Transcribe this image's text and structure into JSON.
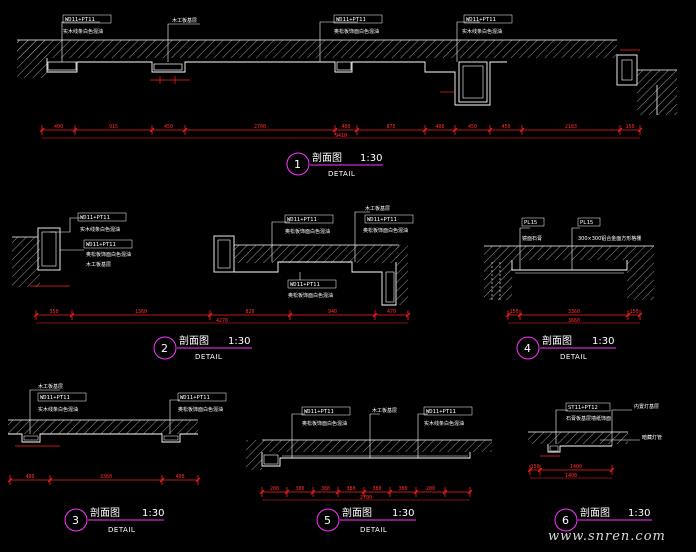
{
  "colors": {
    "background": "#000000",
    "wall": "#ffffff",
    "hatch": "#ffffff",
    "dimension": "#ff2020",
    "leader": "#ffffff",
    "title_circle": "#ff33ff",
    "title_underline": "#ff33ff",
    "profile": "#ffffff",
    "ceiling_line": "#00ffff"
  },
  "sections": [
    {
      "number": "1",
      "title": "剖面图",
      "scale": "1:30",
      "detail": "DETAIL",
      "labels": [
        {
          "code": "WD11+PT11",
          "note": "实木线条白色混油"
        },
        {
          "code": "木工板基层",
          "note": ""
        },
        {
          "code": "WD11+PT11",
          "note": "奥松板饰面白色混油"
        },
        {
          "code": "WD11+PT11",
          "note": "实木线条白色混油"
        }
      ],
      "dims": [
        "400",
        "915",
        "450",
        "2700",
        "400",
        "875",
        "400",
        "450",
        "450",
        "2183",
        "150"
      ],
      "total": "9410"
    },
    {
      "number": "2",
      "title": "剖面图",
      "scale": "1:30",
      "detail": "DETAIL",
      "labels": [
        {
          "code": "WD11+PT11",
          "note": "实木线条白色混油"
        },
        {
          "code": "WD11+PT11",
          "note": "奥松板饰面白色混油"
        },
        {
          "code": "",
          "note": "木工板基层"
        },
        {
          "code": "WD11+PT11",
          "note": "奥松板饰面白色混油"
        },
        {
          "code": "木工板基层",
          "note": ""
        },
        {
          "code": "WD11+PT11",
          "note": "奥松板饰面白色混油"
        },
        {
          "code": "WD11+PT11",
          "note": "奥松板饰面白色混油"
        }
      ],
      "dims": [
        "350",
        "1360",
        "820",
        "940",
        "470"
      ],
      "total": "4270"
    },
    {
      "number": "4",
      "title": "剖面图",
      "scale": "1:30",
      "detail": "DETAIL",
      "labels": [
        {
          "code": "PL15",
          "note": "镜面石膏"
        },
        {
          "code": "PL15",
          "note": "300×300铝合金面方形格栅"
        }
      ],
      "dims": [
        "150",
        "3360",
        "150"
      ],
      "total": "3660"
    },
    {
      "number": "3",
      "title": "剖面图",
      "scale": "1:30",
      "detail": "DETAIL",
      "labels": [
        {
          "code": "木工板基层",
          "note": ""
        },
        {
          "code": "WD11+PT11",
          "note": "实木线条白色混油"
        },
        {
          "code": "WD11+PT11",
          "note": "奥松板饰面白色混油"
        }
      ],
      "dims": [
        "400",
        "3360",
        "400"
      ],
      "total": ""
    },
    {
      "number": "5",
      "title": "剖面图",
      "scale": "1:30",
      "detail": "DETAIL",
      "labels": [
        {
          "code": "WD11+PT11",
          "note": "奥松板饰面白色混油"
        },
        {
          "code": "木工板基层",
          "note": ""
        },
        {
          "code": "WD11+PT11",
          "note": "实木线条白色混油"
        }
      ],
      "dims": [
        "200",
        "380",
        "380",
        "380",
        "380",
        "380",
        "200"
      ],
      "total": "2700"
    },
    {
      "number": "6",
      "title": "剖面图",
      "scale": "1:30",
      "detail": "",
      "labels": [
        {
          "code": "ST11+PT12",
          "note": "石膏板基层墙纸饰面"
        },
        {
          "code": "",
          "note": "内置灯基层"
        },
        {
          "code": "",
          "note": "暗藏灯管"
        }
      ],
      "dims": [
        "150",
        "1400"
      ],
      "total": "1400"
    }
  ],
  "watermark": "www.snren.com"
}
